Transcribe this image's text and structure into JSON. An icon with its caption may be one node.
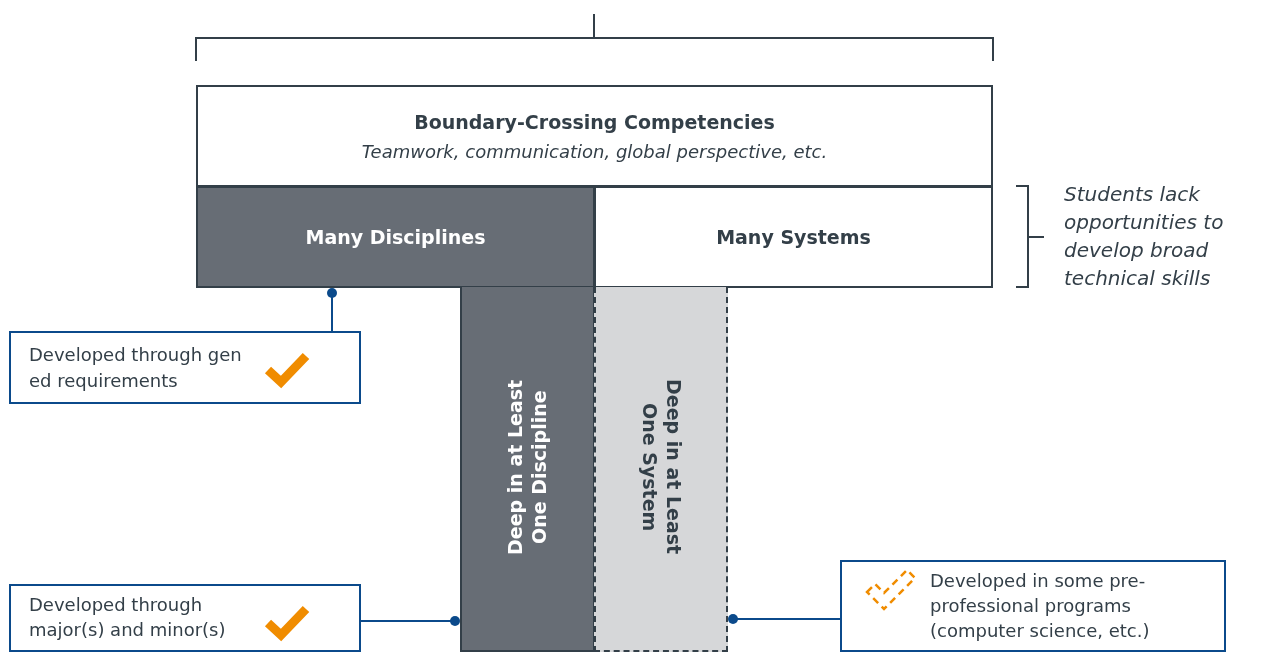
{
  "diagram": {
    "nodes": [
      {
        "text": [
          "Boundary-Crossing Competencies",
          "Teamwork, communication, global perspective, etc."
        ]
      },
      {
        "text": [
          "Many Disciplines"
        ]
      },
      {
        "text": [
          "Many Systems"
        ]
      },
      {
        "text": [
          "Deep in at Least One Discipline"
        ]
      },
      {
        "text": [
          "Deep in at Least One System"
        ]
      },
      {
        "text": [
          "Developed through gen ed requirements"
        ]
      },
      {
        "text": [
          "Developed through major(s) and minor(s)"
        ]
      },
      {
        "text": [
          "Developed in some pre-professional programs (computer science, etc.)"
        ]
      }
    ],
    "edges": [
      {
        "from": 5,
        "to": 1,
        "arrow": "other"
      },
      {
        "from": 6,
        "to": 3,
        "arrow": "other"
      },
      {
        "from": 7,
        "to": 4,
        "arrow": "other"
      }
    ],
    "labels": [
      "Students lack opportunities to develop broad technical skills"
    ]
  }
}
